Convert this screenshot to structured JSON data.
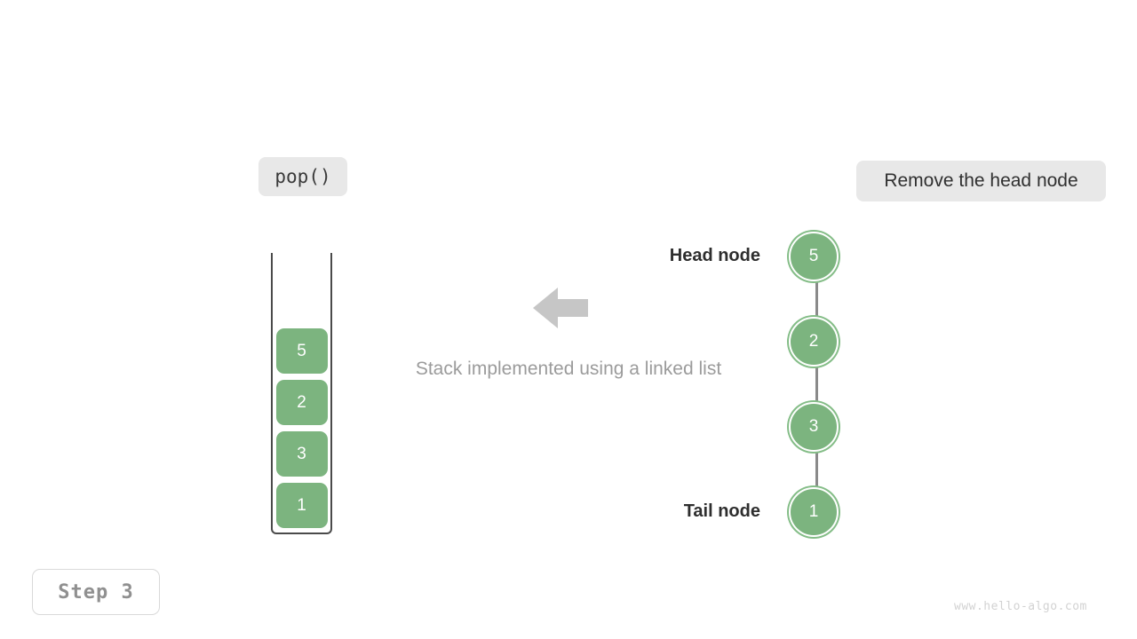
{
  "operation": {
    "label": "pop()"
  },
  "description": {
    "label": "Remove the head node"
  },
  "step": {
    "label": "Step 3"
  },
  "caption": {
    "text": "Stack implemented using a linked list"
  },
  "watermark": {
    "text": "www.hello-algo.com"
  },
  "stack": {
    "items": [
      {
        "value": "5"
      },
      {
        "value": "2"
      },
      {
        "value": "3"
      },
      {
        "value": "1"
      }
    ]
  },
  "linked_list": {
    "nodes": [
      {
        "value": "5"
      },
      {
        "value": "2"
      },
      {
        "value": "3"
      },
      {
        "value": "1"
      }
    ],
    "head_label": "Head node",
    "tail_label": "Tail node"
  },
  "colors": {
    "node_fill": "#7cb47f",
    "node_ring": "#84bd87",
    "chip_bg": "#e8e8e8",
    "arrow_gray": "#c6c6c6",
    "link_gray": "#8a8a8a",
    "caption_gray": "#9b9b9b",
    "step_text": "#909090"
  }
}
